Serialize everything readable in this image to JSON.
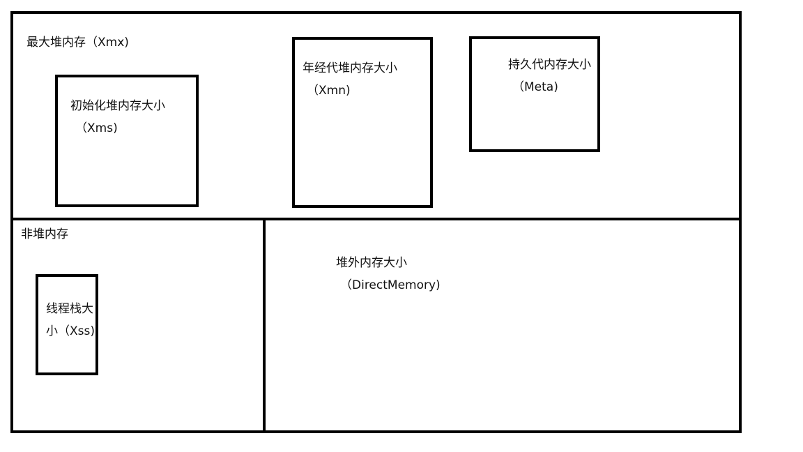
{
  "diagram": {
    "heap": {
      "label": "最大堆内存（Xmx)",
      "initial_heap": {
        "line1": "初始化堆内存大小",
        "line2": "（Xms)"
      },
      "young_gen": {
        "line1": "年经代堆内存大小",
        "line2": "（Xmn)"
      },
      "perm_gen": {
        "line1": "持久代内存大小",
        "line2": "（Meta)"
      }
    },
    "non_heap": {
      "label": "非堆内存",
      "thread_stack": {
        "line1": "线程栈大",
        "line2": "小（Xss)"
      }
    },
    "off_heap": {
      "label_line1": "堆外内存大小",
      "label_line2": "（DirectMemory)"
    }
  }
}
